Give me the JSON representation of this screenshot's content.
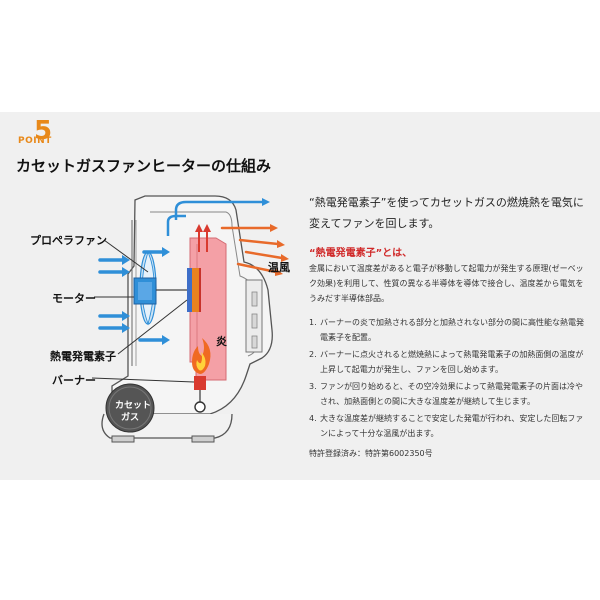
{
  "header": {
    "point_label": "POINT",
    "point_number": "5",
    "title": "カセットガスファンヒーターの仕組み"
  },
  "diagram": {
    "labels": {
      "propeller_fan": "プロペラファン",
      "motor": "モーター",
      "thermo_element": "熱電発電素子",
      "burner": "バーナー",
      "warm_air": "温風",
      "flame": "炎",
      "cassette_line1": "カセット",
      "cassette_line2": "ガス"
    },
    "colors": {
      "cold_air": "#2f8fd8",
      "warm_air": "#e86a2a",
      "chamber": "#f4a0a6",
      "element_stripe": "#e8821e",
      "motor": "#2f8fd8"
    }
  },
  "explanation": {
    "intro": "“熱電発電素子”を使ってカセットガスの燃焼熱を電気に変えてファンを回します。",
    "definition_title": "“熱電発電素子”とは、",
    "definition_body": "金属において温度差があると電子が移動して起電力が発生する原理(ゼーベック効果)を利用して、性質の異なる半導体を導体で接合し、温度差から電気をうみだす半導体部品。",
    "steps": [
      {
        "num": "1.",
        "text": "バーナーの炎で加熱される部分と加熱されない部分の間に高性能な熱電発電素子を配置。"
      },
      {
        "num": "2.",
        "text": "バーナーに点火されると燃焼熱によって熱電発電素子の加熱面側の温度が上昇して起電力が発生し、ファンを回し始めます。"
      },
      {
        "num": "3.",
        "text": "ファンが回り始めると、その空冷効果によって熱電発電素子の片面は冷やされ、加熱面側との間に大きな温度差が継続して生じます。"
      },
      {
        "num": "4.",
        "text": "大きな温度差が継続することで安定した発電が行われ、安定した回転ファンによって十分な温風が出ます。"
      }
    ],
    "patent": "特許登録済み：特許第6002350号"
  }
}
